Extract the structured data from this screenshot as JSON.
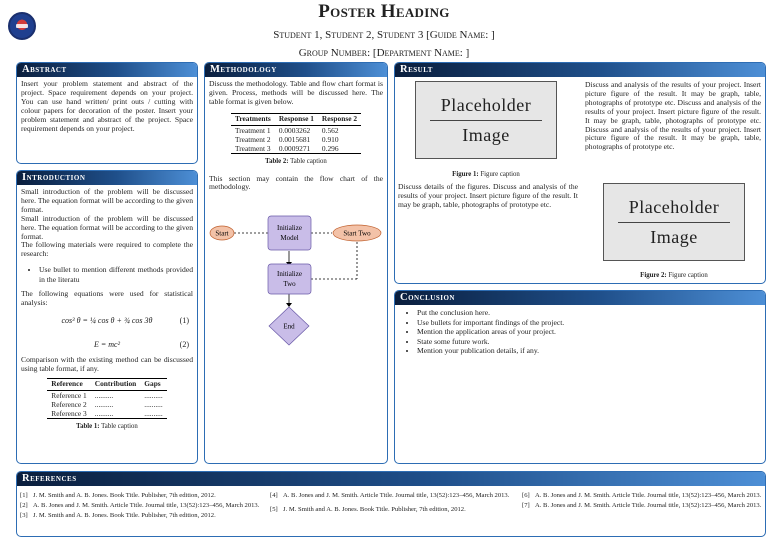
{
  "header": {
    "title": "Poster Heading",
    "authors_line": "Student 1, Student 2, Student 3 [Guide Name: ]",
    "group_line": "Group Number: [Department Name: ]"
  },
  "abstract": {
    "heading": "Abstract",
    "text": "Insert your problem statement and abstract of the project. Space requirement depends on your project. You can use hand written/ print outs / cutting with colour papers for decoration of the poster. Insert your problem statement and abstract of the project. Space requirement depends on your project."
  },
  "introduction": {
    "heading": "Introduction",
    "para1": "Small introduction of the problem will be discussed here. The equation format will be according to the given format.",
    "para2": "Small introduction of the problem will be discussed here. The equation format will be according to the given format.",
    "para3": "The following materials were required to complete the research:",
    "bullet": "Use bullet to mention different methods provided in the literatu",
    "para4": "The following equations were used for statistical analysis:",
    "eq1": "cos³ θ = ¼ cos θ + ¾ cos 3θ",
    "eq1_num": "(1)",
    "eq2": "E = mc²",
    "eq2_num": "(2)",
    "para5": "Comparison with the existing method can be discussed using table format, if any.",
    "table_headers": [
      "Reference",
      "Contribution",
      "Gaps"
    ],
    "table_rows": [
      [
        "Reference 1",
        "..........",
        ".........."
      ],
      [
        "Reference 2",
        "..........",
        ".........."
      ],
      [
        "Reference 3",
        "..........",
        ".........."
      ]
    ],
    "caption_label": "Table 1:",
    "caption_text": "Table caption"
  },
  "methodology": {
    "heading": "Methodology",
    "text": "Discuss the methodology. Table and flow chart format is given. Process, methods will be discussed here. The table format is given below.",
    "table_headers": [
      "Treatments",
      "Response 1",
      "Response 2"
    ],
    "table_rows": [
      [
        "Treatment 1",
        "0.0003262",
        "0.562"
      ],
      [
        "Treatment 2",
        "0.0015681",
        "0.910"
      ],
      [
        "Treatment 3",
        "0.0009271",
        "0.296"
      ]
    ],
    "caption_label": "Table 2:",
    "caption_text": "Table caption",
    "after_text": "This section may contain the flow chart of the methodology.",
    "flow": {
      "start": "Start",
      "init_model": "Initialize Model",
      "start_two": "Start Two",
      "init_two": "Initialize Two",
      "end": "End"
    }
  },
  "result": {
    "heading": "Result",
    "text_right": "Discuss and analysis of the results of your project. Insert picture figure of the result. It may be graph, table, photographs of prototype etc. Discuss and analysis of the results of your project. Insert picture figure of the result. It may be graph, table, photographs of prototype etc. Discuss and analysis of the results of your project. Insert picture figure of the result. It may be graph, table, photographs of prototype etc.",
    "fig1_label": "Figure 1:",
    "fig1_caption": "Figure caption",
    "text_left": "Discuss details of the figures. Discuss and analysis of the results of your project. Insert picture figure of the result. It may be graph, table, photographs of prototype etc.",
    "fig2_label": "Figure 2:",
    "fig2_caption": "Figure caption",
    "placeholder_line1": "Placeholder",
    "placeholder_line2": "Image"
  },
  "conclusion": {
    "heading": "Conclusion",
    "bullets": [
      "Put the conclusion here.",
      "Use bullets for important findings of the project.",
      "Mention the application areas of your project.",
      "State some future work.",
      "Mention your publication details, if any."
    ]
  },
  "references": {
    "heading": "References",
    "items": [
      {
        "num": "[1]",
        "text": "J. M. Smith and A. B. Jones. Book Title. Publisher, 7th edition, 2012."
      },
      {
        "num": "[2]",
        "text": "A. B. Jones and J. M. Smith. Article Title. Journal title, 13(52):123–456, March 2013."
      },
      {
        "num": "[3]",
        "text": "J. M. Smith and A. B. Jones. Book Title. Publisher, 7th edition, 2012."
      },
      {
        "num": "[4]",
        "text": "A. B. Jones and J. M. Smith. Article Title. Journal title, 13(52):123–456, March 2013."
      },
      {
        "num": "[5]",
        "text": "J. M. Smith and A. B. Jones. Book Title. Publisher, 7th edition, 2012."
      },
      {
        "num": "[6]",
        "text": "A. B. Jones and J. M. Smith. Article Title. Journal title, 13(52):123–456, March 2013."
      },
      {
        "num": "[7]",
        "text": "A. B. Jones and J. M. Smith. Article Title. Journal title, 13(52):123–456, March 2013."
      }
    ]
  },
  "colors": {
    "block_border": "#2d6db4",
    "head_dark": "#0a1e3d",
    "head_light": "#4d8fd6",
    "flow_box": "#c9bde8",
    "flow_start": "#f3c2a8",
    "flow_end": "#c9bde8"
  }
}
